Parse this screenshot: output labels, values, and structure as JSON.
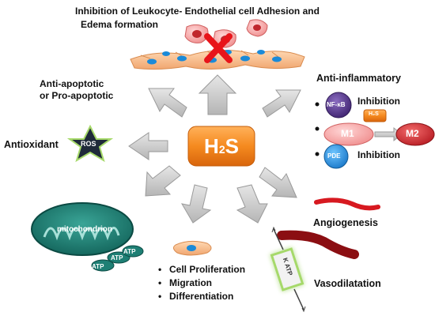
{
  "center": {
    "main": "H",
    "sub": "2",
    "tail": "S"
  },
  "top_title_1": "Inhibition  of Leukocyte- Endothelial cell Adhesion and",
  "top_title_2": "Edema formation",
  "anti_apoptotic_1": "Anti-apoptotic",
  "anti_apoptotic_2": "or Pro-apoptotic",
  "antioxidant": "Antioxidant",
  "ros": "ROS",
  "mitochondrion": "mitochondrion",
  "atp_1": "ATP",
  "atp_2": "ATP",
  "atp_3": "ATP",
  "anti_inflammatory": "Anti-inflammatory",
  "nfkb": "NF-κB",
  "inhibition_1": "Inhibition",
  "h2s_small": "H₂S",
  "m1": "M1",
  "m2": "M2",
  "pde": "PDE",
  "inhibition_2": "Inhibition",
  "angiogenesis": "Angiogenesis",
  "katp": "K ATP",
  "vasodilatation": "Vasodilatation",
  "cell_items": [
    "Cell Proliferation",
    "Migration",
    "Differentiation"
  ],
  "colors": {
    "orange": "#f07d1c",
    "teal": "#1e7f74",
    "red": "#c0272d",
    "purple": "#5a3a8c",
    "arrow": "#c8c8c8"
  }
}
